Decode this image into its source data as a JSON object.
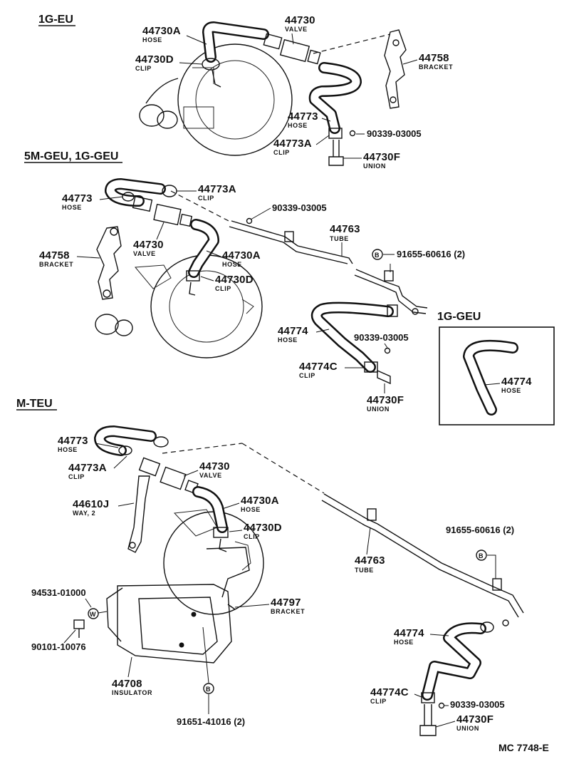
{
  "sections": {
    "g1eu": "1G-EU",
    "m5geu": "5M-GEU, 1G-GEU",
    "mteu": "M-TEU",
    "inset": "1G-GEU"
  },
  "g1eu": {
    "hose_a": {
      "num": "44730A",
      "name": "HOSE"
    },
    "valve": {
      "num": "44730",
      "name": "VALVE"
    },
    "clip_d": {
      "num": "44730D",
      "name": "CLIP"
    },
    "bracket": {
      "num": "44758",
      "name": "BRACKET"
    },
    "hose_b": {
      "num": "44773",
      "name": "HOSE"
    },
    "clip_a": {
      "num": "44773A",
      "name": "CLIP"
    },
    "gasket": {
      "num": "90339-03005"
    },
    "union": {
      "num": "44730F",
      "name": "UNION"
    }
  },
  "m5geu": {
    "hose_b": {
      "num": "44773",
      "name": "HOSE"
    },
    "clip_a": {
      "num": "44773A",
      "name": "CLIP"
    },
    "gasket1": {
      "num": "90339-03005"
    },
    "bracket": {
      "num": "44758",
      "name": "BRACKET"
    },
    "valve": {
      "num": "44730",
      "name": "VALVE"
    },
    "hose_a": {
      "num": "44730A",
      "name": "HOSE"
    },
    "clip_d": {
      "num": "44730D",
      "name": "CLIP"
    },
    "tube": {
      "num": "44763",
      "name": "TUBE"
    },
    "bolt": {
      "num": "91655-60616 (2)",
      "marker": "B"
    },
    "hose_c": {
      "num": "44774",
      "name": "HOSE"
    },
    "gasket2": {
      "num": "90339-03005"
    },
    "clip_c": {
      "num": "44774C",
      "name": "CLIP"
    },
    "union": {
      "num": "44730F",
      "name": "UNION"
    },
    "inset_hose": {
      "num": "44774",
      "name": "HOSE"
    }
  },
  "mteu": {
    "hose_b": {
      "num": "44773",
      "name": "HOSE"
    },
    "clip_a": {
      "num": "44773A",
      "name": "CLIP"
    },
    "valve": {
      "num": "44730",
      "name": "VALVE"
    },
    "way": {
      "num": "44610J",
      "name": "WAY, 2"
    },
    "hose_a": {
      "num": "44730A",
      "name": "HOSE"
    },
    "clip_d": {
      "num": "44730D",
      "name": "CLIP"
    },
    "tube": {
      "num": "44763",
      "name": "TUBE"
    },
    "bolt_top": {
      "num": "91655-60616 (2)",
      "marker": "B"
    },
    "washer": {
      "num": "94531-01000",
      "marker": "W"
    },
    "screw": {
      "num": "90101-10076"
    },
    "bracket": {
      "num": "44797",
      "name": "BRACKET"
    },
    "insulator": {
      "num": "44708",
      "name": "INSULATOR"
    },
    "bolt_bottom": {
      "num": "91651-41016 (2)",
      "marker": "B"
    },
    "hose_c": {
      "num": "44774",
      "name": "HOSE"
    },
    "clip_c": {
      "num": "44774C",
      "name": "CLIP"
    },
    "gasket": {
      "num": "90339-03005"
    },
    "union": {
      "num": "44730F",
      "name": "UNION"
    }
  },
  "footer": {
    "code": "MC  7748-E"
  }
}
